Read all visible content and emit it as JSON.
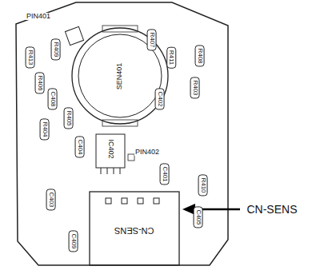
{
  "diagram": {
    "labels": [
      "PIN401",
      "R409",
      "R413",
      "R406",
      "C408",
      "R404",
      "R405",
      "C404",
      "SEN401",
      "R407",
      "R411",
      "R408",
      "R403",
      "C402",
      "IC402",
      "PIN402",
      "C401",
      "R410",
      "C405",
      "C403",
      "C409",
      "CN-SENS",
      "CN-SENS"
    ]
  }
}
